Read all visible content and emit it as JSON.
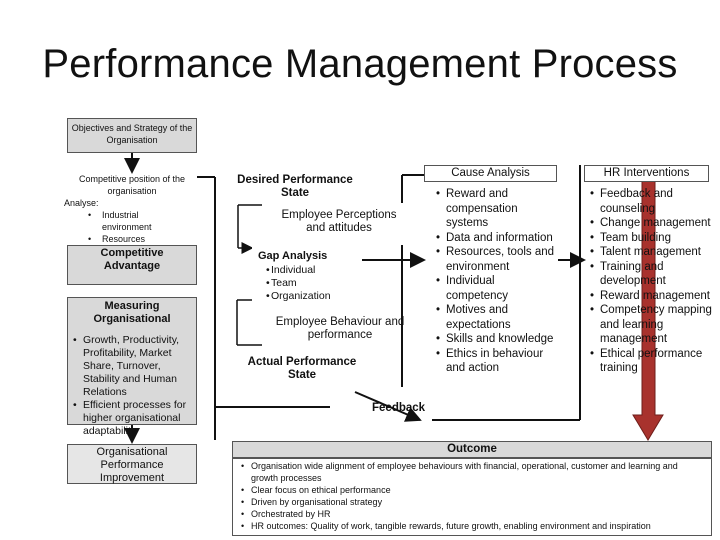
{
  "title": "Performance Management Process",
  "left": {
    "objectives": "Objectives and Strategy of the Organisation",
    "competitive_position": "Competitive position of the organisation",
    "analyse_label": "Analyse:",
    "analyse_items": [
      "Industrial environment",
      "Resources"
    ],
    "competitive_advantage": "Competitive Advantage",
    "measuring": "Measuring Organisational",
    "measuring_items": [
      "Growth, Productivity, Profitability, Market Share, Turnover, Stability and Human Relations",
      "Efficient processes for higher organisational adaptability"
    ],
    "improvement": "Organisational Performance Improvement"
  },
  "middle": {
    "desired": "Desired Performance State",
    "perceptions": "Employee Perceptions and attitudes",
    "gap": "Gap Analysis",
    "gap_items": [
      "Individual",
      "Team",
      "Organization"
    ],
    "behaviour": "Employee Behaviour and performance",
    "actual": "Actual Performance State",
    "feedback": "Feedback"
  },
  "cause": {
    "heading": "Cause Analysis",
    "items": [
      "Reward and compensation systems",
      "Data and information",
      "Resources, tools and environment",
      "Individual competency",
      "Motives and expectations",
      "Skills and knowledge",
      "Ethics in behaviour and action"
    ]
  },
  "hr": {
    "heading": "HR Interventions",
    "items": [
      "Feedback and counseling",
      "Change management",
      "Team building",
      "Talent management",
      "Training and development",
      "Reward management",
      "Competency mapping and learning management",
      "Ethical performance training"
    ]
  },
  "outcome": {
    "heading": "Outcome",
    "items": [
      "Organisation wide alignment of employee behaviours with financial, operational, customer and learning and growth processes",
      "Clear focus on ethical performance",
      "Driven by organisational strategy",
      "Orchestrated by HR",
      "HR outcomes: Quality of work, tangible rewards, future growth, enabling environment and inspiration"
    ]
  },
  "colors": {
    "box_fill": "#d9d9d9",
    "arrow_red": "#a8322d"
  }
}
